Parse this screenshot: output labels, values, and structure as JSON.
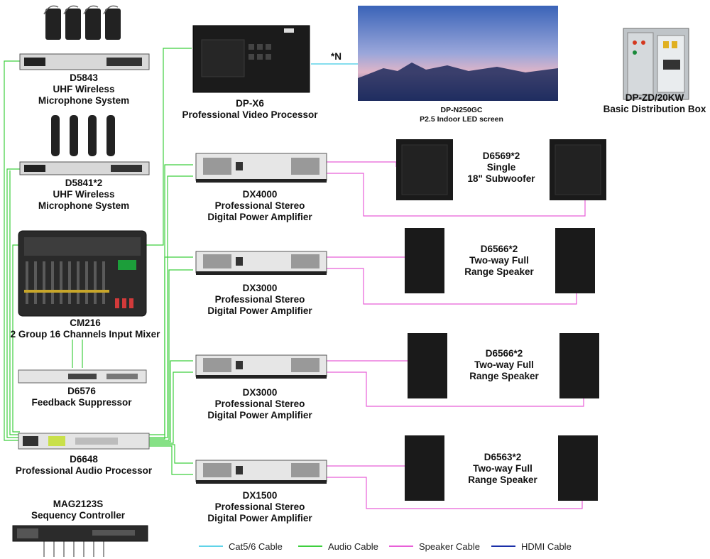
{
  "devices": {
    "d5843": {
      "model": "D5843",
      "desc1": "UHF Wireless",
      "desc2": "Microphone System"
    },
    "d5841": {
      "model": "D5841*2",
      "desc1": "UHF Wireless",
      "desc2": "Microphone System"
    },
    "cm216": {
      "model": "CM216",
      "desc1": "2 Group 16 Channels Input Mixer"
    },
    "d6576": {
      "model": "D6576",
      "desc1": "Feedback Suppressor"
    },
    "d6648": {
      "model": "D6648",
      "desc1": "Professional Audio Processor"
    },
    "mag2123s": {
      "model": "MAG2123S",
      "desc1": "Sequency Controller"
    },
    "dpx6": {
      "model": "DP-X6",
      "desc1": "Professional Video Processor"
    },
    "led": {
      "model": "DP-N250GC",
      "desc1": "P2.5 Indoor LED screen"
    },
    "dist": {
      "model": "DP-ZD/20KW",
      "desc1": "Basic Distribution Box"
    },
    "amp1": {
      "model": "DX4000",
      "desc1": "Professional Stereo",
      "desc2": "Digital Power Amplifier"
    },
    "amp2": {
      "model": "DX3000",
      "desc1": "Professional Stereo",
      "desc2": "Digital Power Amplifier"
    },
    "amp3": {
      "model": "DX3000",
      "desc1": "Professional Stereo",
      "desc2": "Digital Power Amplifier"
    },
    "amp4": {
      "model": "DX1500",
      "desc1": "Professional Stereo",
      "desc2": "Digital Power Amplifier"
    },
    "spk1": {
      "model": "D6569*2",
      "desc1": "Single",
      "desc2": "18\" Subwoofer"
    },
    "spk2": {
      "model": "D6566*2",
      "desc1": "Two-way Full",
      "desc2": "Range Speaker"
    },
    "spk3": {
      "model": "D6566*2",
      "desc1": "Two-way Full",
      "desc2": "Range Speaker"
    },
    "spk4": {
      "model": "D6563*2",
      "desc1": "Two-way Full",
      "desc2": "Range Speaker"
    }
  },
  "link_note": "*N",
  "legend": [
    {
      "label": "Cat5/6 Cable",
      "color": "#5fd3e8"
    },
    {
      "label": "Audio Cable",
      "color": "#3ecf3e"
    },
    {
      "label": "Speaker Cable",
      "color": "#e85fd8"
    },
    {
      "label": "HDMI Cable",
      "color": "#1a2fa8"
    }
  ],
  "colors": {
    "audio": "#3ecf3e",
    "speaker": "#e85fd8",
    "cat": "#5fd3e8",
    "hdmi": "#1a2fa8"
  }
}
